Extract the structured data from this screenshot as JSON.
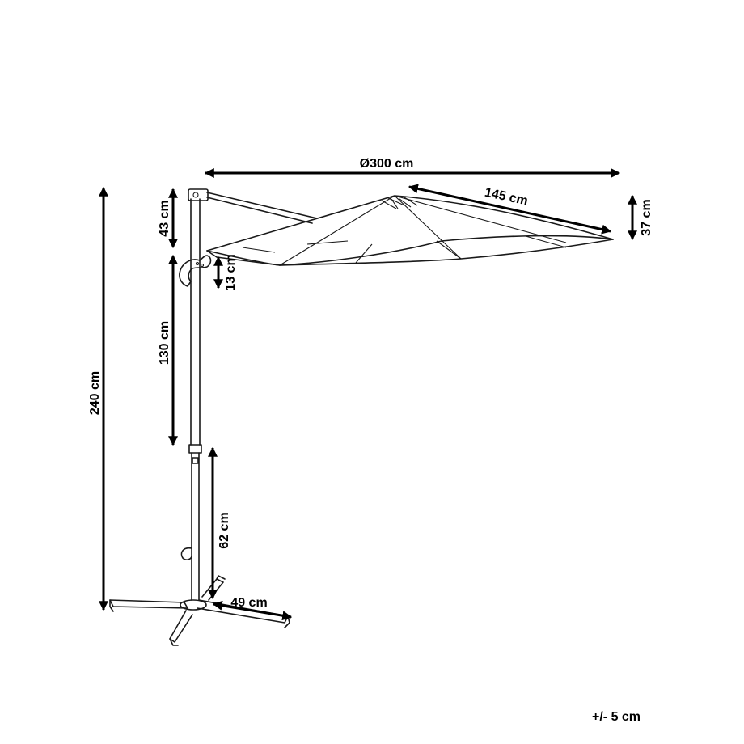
{
  "dimensions": {
    "canopy_diameter": "Ø300 cm",
    "canopy_radius": "145 cm",
    "canopy_height": "37 cm",
    "arm_height": "43 cm",
    "crank_offset": "13 cm",
    "pole_middle": "130 cm",
    "total_height": "240 cm",
    "lower_pole": "62 cm",
    "base_arm": "49 cm"
  },
  "tolerance": "+/- 5 cm",
  "colors": {
    "line": "#1a1a1a",
    "background": "#ffffff"
  }
}
